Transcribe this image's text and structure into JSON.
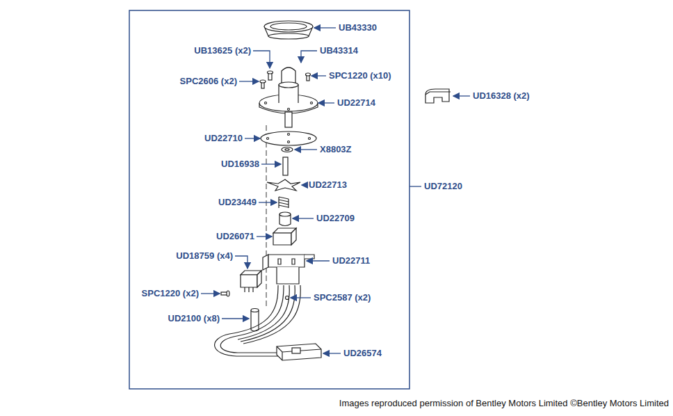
{
  "diagram": {
    "caption": "Images reproduced permission of Bentley Motors Limited ©Bentley Motors Limited",
    "labels": [
      "UB43330",
      "UB13625 (x2)",
      "UB43314",
      "SPC2606 (x2)",
      "SPC1220 (x10)",
      "UD22714",
      "UD16328 (x2)",
      "UD72120",
      "UD22710",
      "X8803Z",
      "UD16938",
      "UD22713",
      "UD23449",
      "UD22709",
      "UD26071",
      "UD22711",
      "UD18759 (x4)",
      "SPC1220 (x2)",
      "SPC2587 (x2)",
      "UD2100 (x8)",
      "UD26574"
    ]
  }
}
